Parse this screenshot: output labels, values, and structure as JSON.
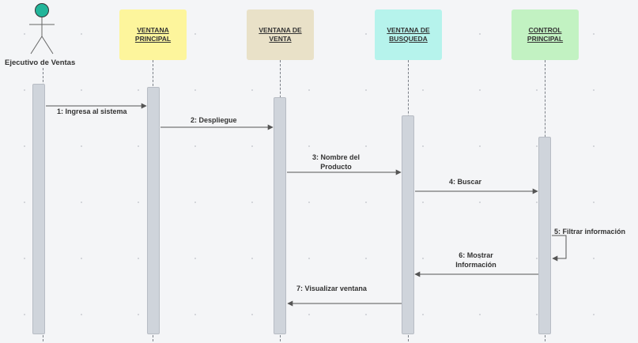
{
  "actor": {
    "label": "Ejecutivo de Ventas",
    "head_color": "#22b59a"
  },
  "participants": [
    {
      "label": "VENTANA PRINCIPAL",
      "color": "#fdf59c"
    },
    {
      "label": "VENTANA DE VENTA",
      "color": "#e9e1c8"
    },
    {
      "label": "VENTANA DE BUSQUEDA",
      "color": "#b6f3ec"
    },
    {
      "label": "CONTROL PRINCIPAL",
      "color": "#c2f2c2"
    }
  ],
  "messages": [
    {
      "label": "1: Ingresa al sistema"
    },
    {
      "label": "2: Despliegue"
    },
    {
      "label": "3: Nombre del Producto"
    },
    {
      "label": "4:  Buscar"
    },
    {
      "label": "5: Filtrar información"
    },
    {
      "label": "6: Mostrar Información"
    },
    {
      "label": "7: Visualizar ventana"
    }
  ]
}
